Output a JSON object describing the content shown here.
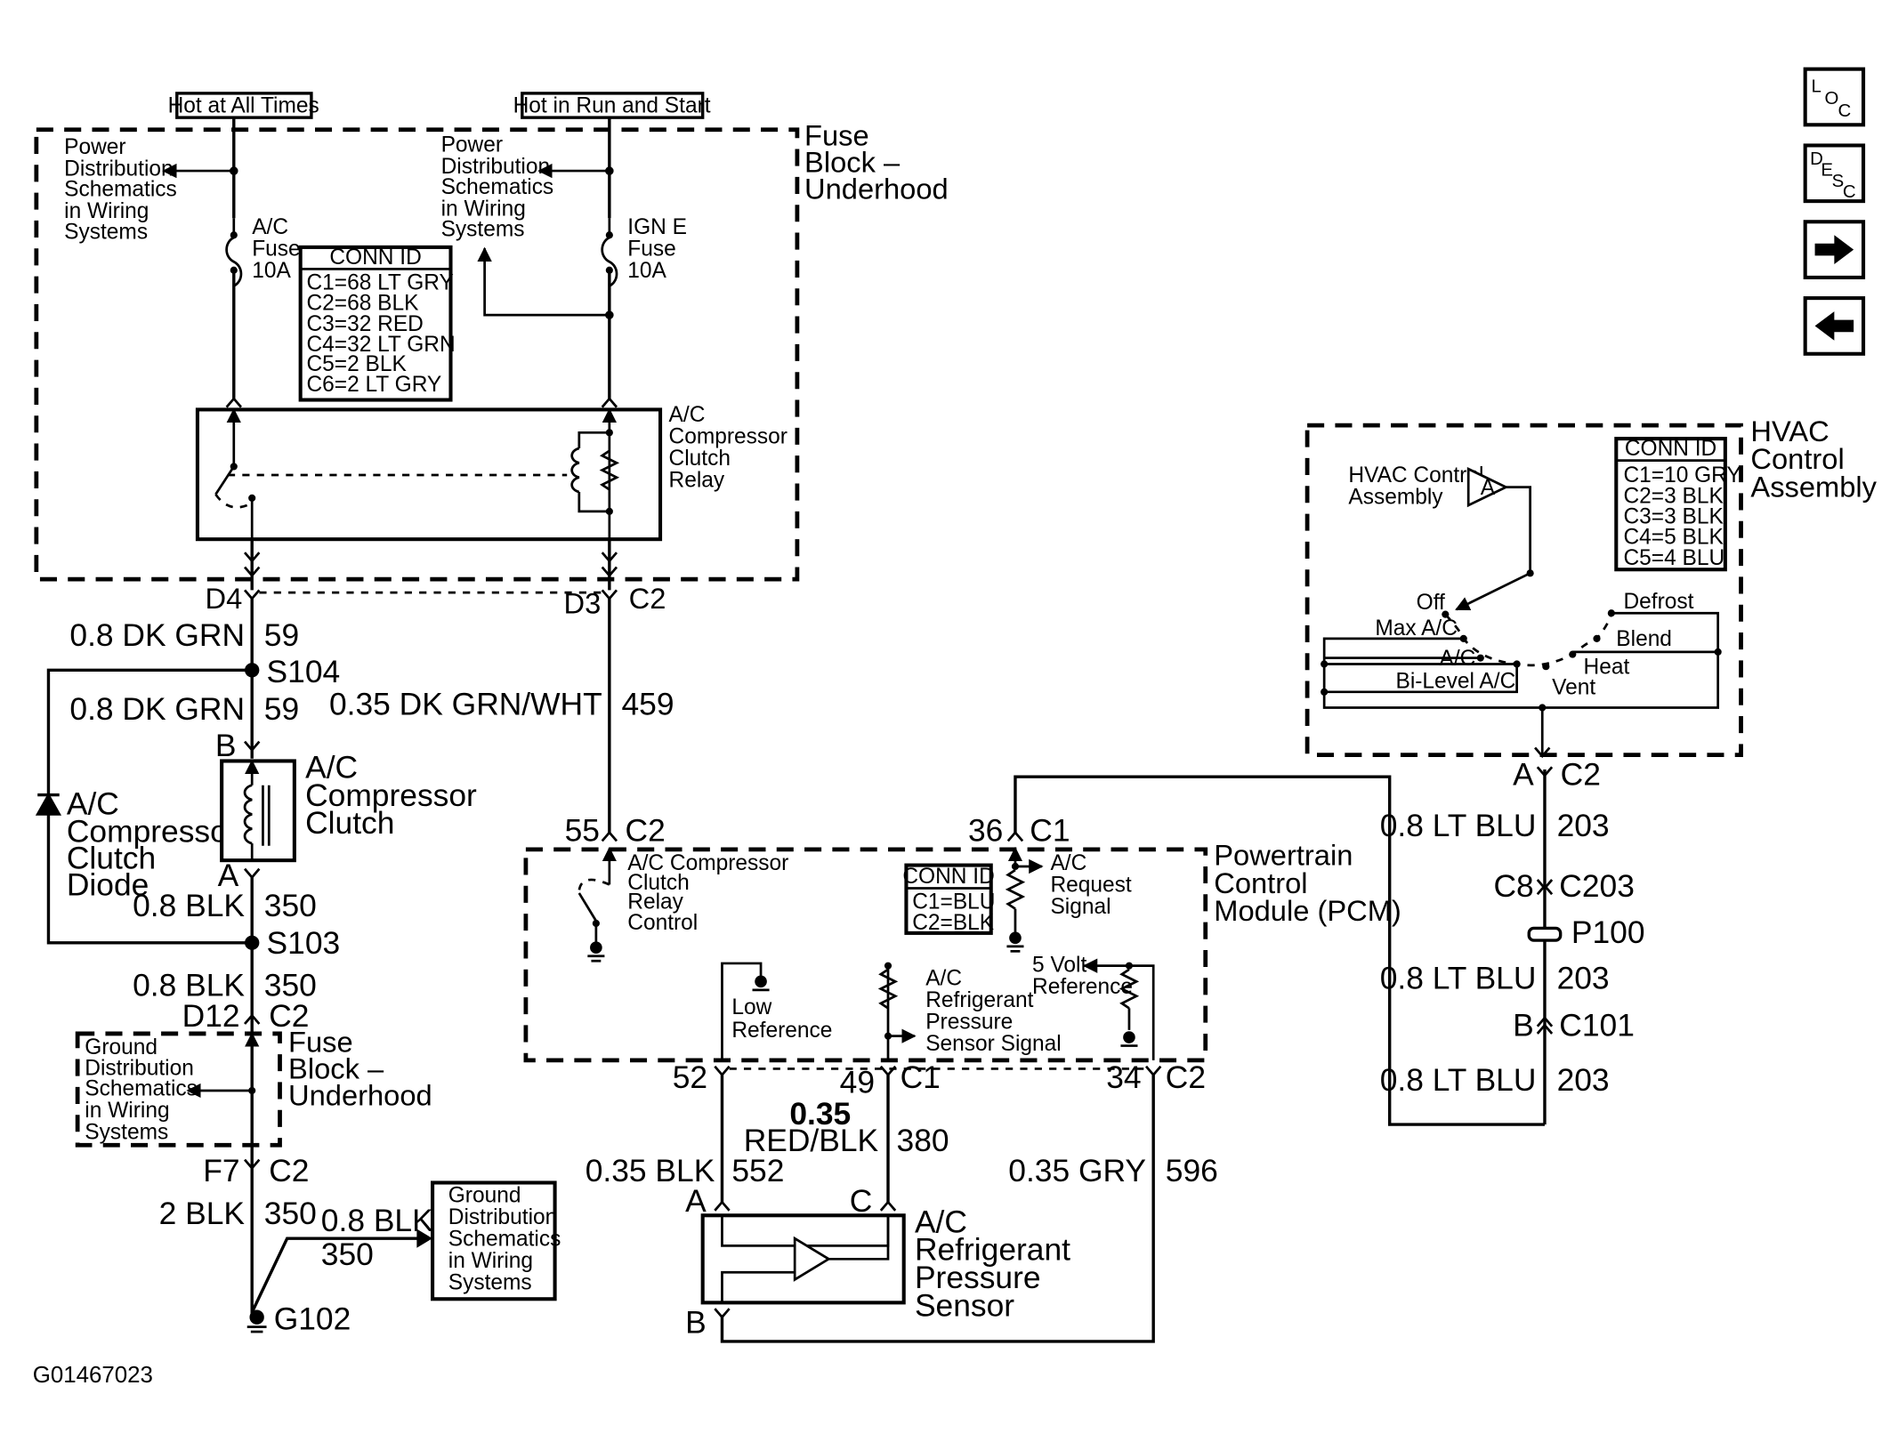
{
  "power": {
    "hot_at_all_times": "Hot at All Times",
    "hot_in_run_and_start": "Hot in Run and Start"
  },
  "fuse_block": {
    "title": [
      "Fuse",
      "Block –",
      "Underhood"
    ],
    "power_dist_left": [
      "Power",
      "Distribution",
      "Schematics",
      "in Wiring",
      "Systems"
    ],
    "power_dist_right": [
      "Power",
      "Distribution",
      "Schematics",
      "in Wiring",
      "Systems"
    ],
    "ac_fuse": [
      "A/C",
      "Fuse",
      "10A"
    ],
    "ign_fuse": [
      "IGN E",
      "Fuse",
      "10A"
    ],
    "conn_id_title": "CONN ID",
    "conn_ids": [
      "C1=68 LT GRY",
      "C2=68 BLK",
      "C3=32 RED",
      "C4=32 LT GRN",
      "C5=2 BLK",
      "C6=2 LT GRY"
    ],
    "relay_label": [
      "A/C",
      "Compressor",
      "Clutch",
      "Relay"
    ]
  },
  "left_circuit": {
    "d4": "D4",
    "d3": "D3",
    "c2_top": "C2",
    "wire1": "0.8 DK GRN",
    "circ1": "59",
    "s104": "S104",
    "wire2": "0.8 DK GRN",
    "circ2": "59",
    "pin_b": "B",
    "clutch_label": [
      "A/C",
      "Compressor",
      "Clutch"
    ],
    "diode_label": [
      "A/C",
      "Compressor",
      "Clutch",
      "Diode"
    ],
    "pin_a": "A",
    "wire3": "0.8 BLK",
    "circ3": "350",
    "s103": "S103",
    "wire4": "0.8 BLK",
    "circ4": "350",
    "d12": "D12",
    "c2_mid": "C2",
    "gnd_dist_left": [
      "Ground",
      "Distribution",
      "Schematics",
      "in Wiring",
      "Systems"
    ],
    "fuse_block2": [
      "Fuse",
      "Block –",
      "Underhood"
    ],
    "f7": "F7",
    "c2_low": "C2",
    "wire5": "2 BLK",
    "circ5": "350",
    "wire6": "0.8 BLK",
    "circ6": "350",
    "gnd_dist_right": [
      "Ground",
      "Distribution",
      "Schematics",
      "in Wiring",
      "Systems"
    ],
    "g102": "G102"
  },
  "mid_circuit": {
    "wire": "0.35 DK GRN/WHT",
    "circ": "459",
    "pin55": "55",
    "c2": "C2"
  },
  "pcm": {
    "title": [
      "Powertrain",
      "Control",
      "Module (PCM)"
    ],
    "relay_control": [
      "A/C Compressor",
      "Clutch",
      "Relay",
      "Control"
    ],
    "conn_id_title": "CONN ID",
    "conn_ids": [
      "C1=BLU",
      "C2=BLK"
    ],
    "ac_request": [
      "A/C",
      "Request",
      "Signal"
    ],
    "pin36": "36",
    "c1_top": "C1",
    "five_volt": [
      "5 Volt",
      "Reference"
    ],
    "low_ref": [
      "Low",
      "Reference"
    ],
    "sensor_signal": [
      "A/C",
      "Refrigerant",
      "Pressure",
      "Sensor Signal"
    ],
    "pin52": "52",
    "pin49": "49",
    "c1_bot": "C1",
    "pin34": "34",
    "c2_bot": "C2"
  },
  "sensor": {
    "wire_a": "0.35 BLK",
    "circ_a": "552",
    "wire_c1": "0.35",
    "wire_c2": "RED/BLK",
    "circ_c": "380",
    "wire_b": "0.35 GRY",
    "circ_b": "596",
    "pin_a": "A",
    "pin_c": "C",
    "pin_b": "B",
    "label": [
      "A/C",
      "Refrigerant",
      "Pressure",
      "Sensor"
    ]
  },
  "hvac": {
    "title": [
      "HVAC",
      "Control",
      "Assembly"
    ],
    "ref": [
      "HVAC Control",
      "Assembly"
    ],
    "ref_letter": "A",
    "conn_id_title": "CONN ID",
    "conn_ids": [
      "C1=10 GRY",
      "C2=3 BLK",
      "C3=3 BLK",
      "C4=5 BLK",
      "C5=4 BLU"
    ],
    "modes": {
      "off": "Off",
      "max_ac": "Max A/C",
      "ac": "A/C",
      "bilevel": "Bi-Level A/C",
      "vent": "Vent",
      "heat": "Heat",
      "blend": "Blend",
      "defrost": "Defrost"
    },
    "pin_a": "A",
    "c2": "C2",
    "wire1": "0.8 LT BLU",
    "circ1": "203",
    "c8": "C8",
    "c203": "C203",
    "p100": "P100",
    "wire2": "0.8 LT BLU",
    "circ2": "203",
    "pin_b": "B",
    "c101": "C101",
    "wire3": "0.8 LT BLU",
    "circ3": "203"
  },
  "nav": {
    "loc": [
      "L",
      "O",
      "C"
    ],
    "desc": [
      "D",
      "E",
      "S",
      "C"
    ]
  },
  "figure_id": "G01467023"
}
